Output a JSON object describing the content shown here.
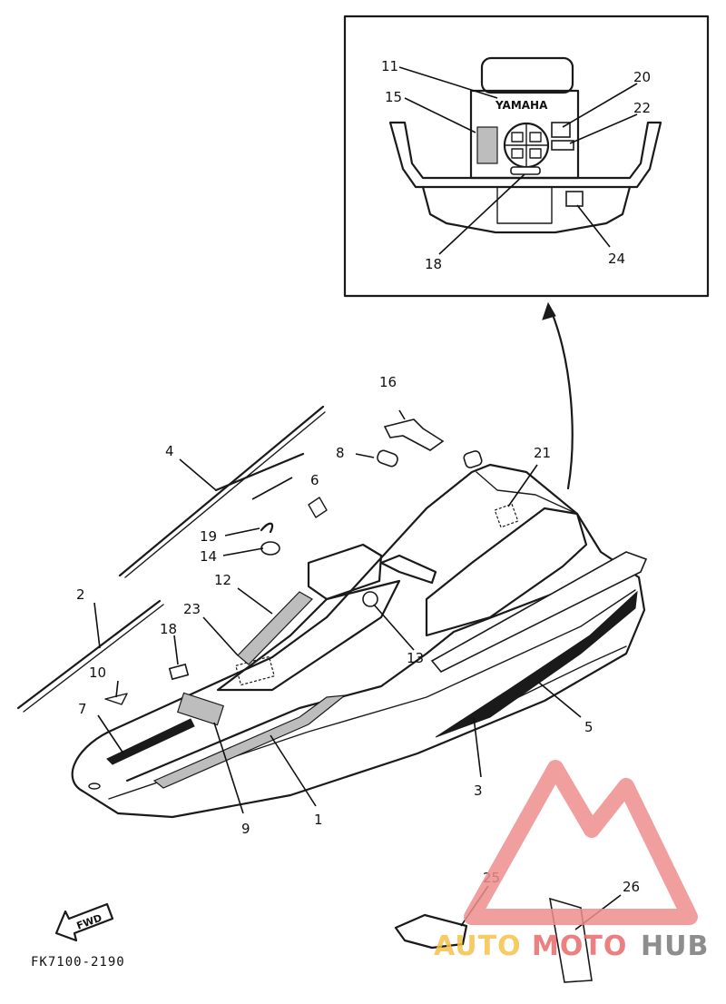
{
  "callouts": [
    {
      "id": "c1",
      "label": "1"
    },
    {
      "id": "c2",
      "label": "2"
    },
    {
      "id": "c3",
      "label": "3"
    },
    {
      "id": "c4",
      "label": "4"
    },
    {
      "id": "c5",
      "label": "5"
    },
    {
      "id": "c6",
      "label": "6"
    },
    {
      "id": "c7",
      "label": "7"
    },
    {
      "id": "c8",
      "label": "8"
    },
    {
      "id": "c9",
      "label": "9"
    },
    {
      "id": "c10",
      "label": "10"
    },
    {
      "id": "c11",
      "label": "11"
    },
    {
      "id": "c12",
      "label": "12"
    },
    {
      "id": "c13",
      "label": "13"
    },
    {
      "id": "c14",
      "label": "14"
    },
    {
      "id": "c15",
      "label": "15"
    },
    {
      "id": "c16",
      "label": "16"
    },
    {
      "id": "c18a",
      "label": "18"
    },
    {
      "id": "c18b",
      "label": "18"
    },
    {
      "id": "c19",
      "label": "19"
    },
    {
      "id": "c20",
      "label": "20"
    },
    {
      "id": "c21",
      "label": "21"
    },
    {
      "id": "c22",
      "label": "22"
    },
    {
      "id": "c23",
      "label": "23"
    },
    {
      "id": "c24",
      "label": "24"
    },
    {
      "id": "c25",
      "label": "25"
    },
    {
      "id": "c26",
      "label": "26"
    }
  ],
  "inset": {
    "brand_text": "YAMAHA"
  },
  "fwd_arrow_text": "FWD",
  "part_code": "FK7100-2190",
  "watermark": {
    "part1": "AUTO",
    "part2": "MOTO",
    "part3": "HUB",
    "colors": {
      "auto": "#f6c24a",
      "moto": "#e96b6b",
      "hub": "#7a7a7a",
      "triangle": "#ef8d8d"
    }
  }
}
